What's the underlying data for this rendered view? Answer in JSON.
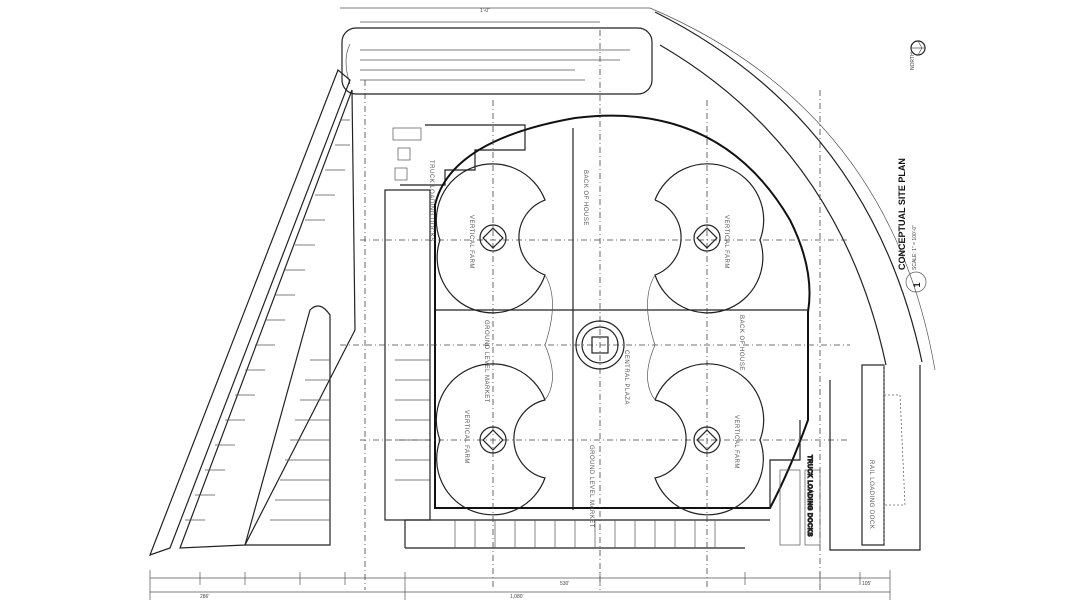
{
  "drawing": {
    "title": "CONCEPTUAL SITE PLAN",
    "number": "1",
    "scale": "SCALE: 1\" = 100'-0\"",
    "north_label": "NORTH"
  },
  "labels": {
    "back_of_house": "BACK OF HOUSE",
    "market_nw": "VERTICAL FARM",
    "market_ne": "VERTICAL FARM",
    "market_sw": "VERTICAL FARM",
    "market_se": "VERTICAL FARM",
    "west_zone": "GROUND LEVEL MARKET",
    "east_zone": "BACK OF HOUSE",
    "south_zone": "GROUND LEVEL MARKET",
    "center": "CENTRAL PLAZA",
    "truck_docks_nw": "TRUCK LOADING DOCKS",
    "truck_docks_se": "TRUCK LOADING DOCKS",
    "rail_dock": "RAIL LOADING DOCK"
  },
  "dimensions": {
    "top_overall": "1'-0\"",
    "bottom_overall": "1,080'",
    "bottom_left": "286'",
    "bottom_mid": "530'",
    "bottom_right": "105'"
  }
}
